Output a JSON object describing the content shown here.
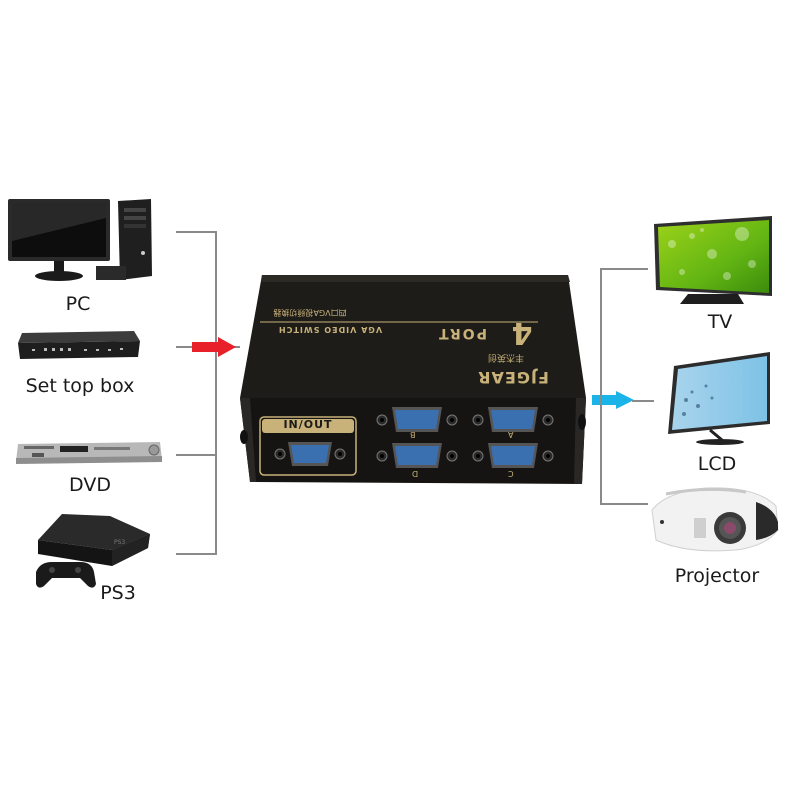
{
  "diagram": {
    "title": "4 Port VGA Video Switch connection diagram",
    "colors": {
      "input_arrow": "#e8202a",
      "output_arrow": "#1ab4e8",
      "connector_lines": "#8a8a8a",
      "box_body": "#1c1a17",
      "box_print": "#c8b27a",
      "vga_port": "#3a6fb0"
    },
    "inputs": [
      {
        "label": "PC",
        "icon": "desktop-computer-icon"
      },
      {
        "label": "Set top box",
        "icon": "set-top-box-icon"
      },
      {
        "label": "DVD",
        "icon": "dvd-player-icon"
      },
      {
        "label": "PS3",
        "icon": "game-console-icon"
      }
    ],
    "outputs": [
      {
        "label": "TV",
        "icon": "tv-icon"
      },
      {
        "label": "LCD",
        "icon": "lcd-monitor-icon"
      },
      {
        "label": "Projector",
        "icon": "projector-icon"
      }
    ],
    "device": {
      "brand": "FJGEAR",
      "brand_cn": "丰杰英创",
      "port_count": "4",
      "port_word": "PORT",
      "model_text": "VGA VIDEO SWITCH",
      "model_text_cn": "四口VGA视频切换器",
      "inout_label": "IN/OUT",
      "ports": [
        "A",
        "B",
        "C",
        "D"
      ]
    }
  }
}
